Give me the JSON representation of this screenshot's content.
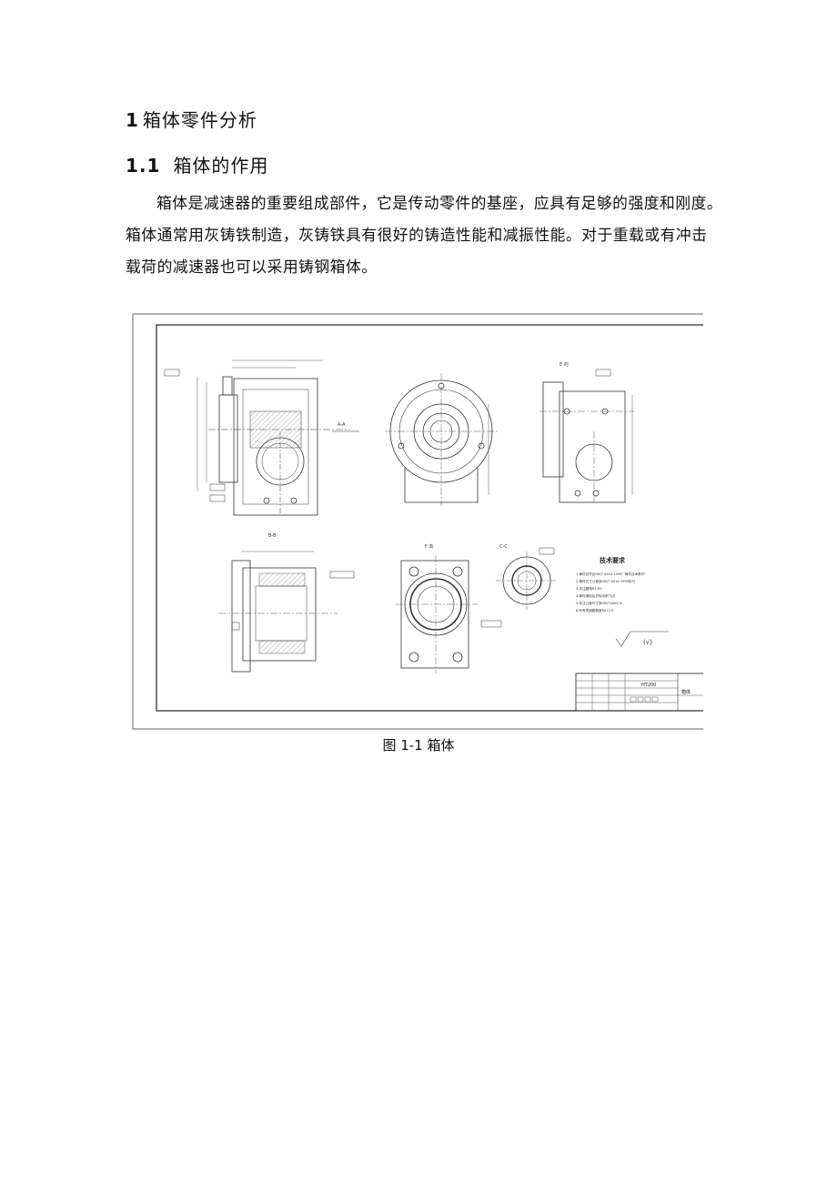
{
  "section": {
    "number": "1",
    "title": "箱体零件分析"
  },
  "subsection": {
    "number": "1.1",
    "title": "箱体的作用"
  },
  "paragraph": {
    "lines": [
      "箱体是减速器的重要组成部件，它是传动零件的基座，应具有足够的强度和刚度。",
      "箱体通常用灰铸铁制造，灰铸铁具有很好的铸造性能和减振性能。对于重载或有冲击",
      "载荷的减速器也可以采用铸钢箱体。"
    ]
  },
  "figure": {
    "caption": "图 1-1 箱体",
    "view_labels": {
      "section_a": "A-A",
      "view_e": "E 向",
      "view_b": "B-B",
      "view_f": "F 向",
      "view_c": "C-C"
    },
    "tech_req_title": "技术要求",
    "tech_req_items": [
      "1.铸件应符合GB/T 6414-1999 “铸件技术条件”",
      "2.铸件尺寸公差按GB/T 6414-1999执行",
      "3.未注圆角R3-R5",
      "4.铸件清砂后去除毛刺飞边",
      "5.未注公差尺寸按GB/T1804-m",
      "6.所有表面粗糙度Ra12.5"
    ],
    "title_block": {
      "material": "HT200",
      "part_name": "箱体"
    }
  }
}
